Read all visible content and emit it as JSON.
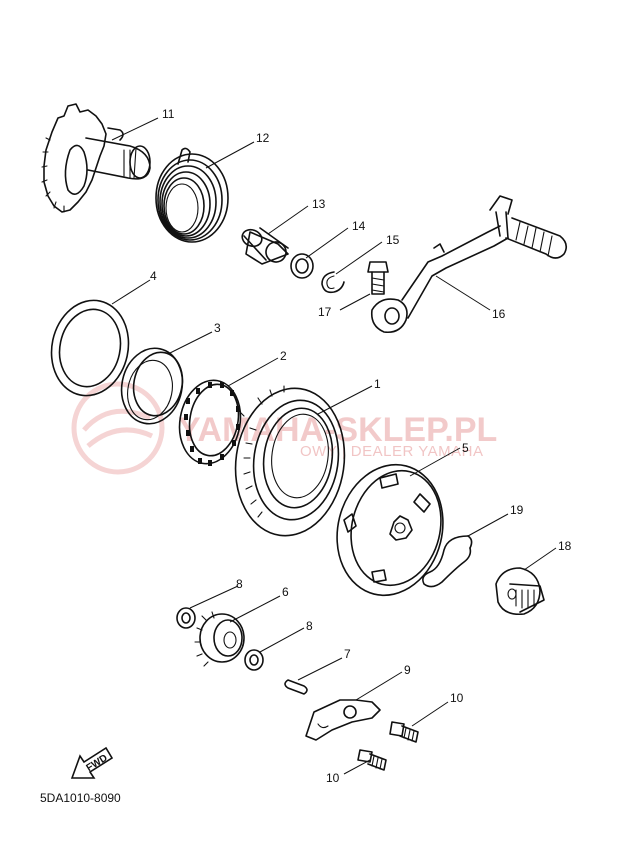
{
  "diagram": {
    "part_code": "5DA1010-8090",
    "watermark": {
      "brand": "YAMAHA-SKLEP.PL",
      "tagline": "OWY  |  DEALER YAMAHA"
    },
    "direction_label": "FWD",
    "callouts": [
      {
        "id": "c11",
        "label": "11"
      },
      {
        "id": "c12",
        "label": "12"
      },
      {
        "id": "c13",
        "label": "13"
      },
      {
        "id": "c14",
        "label": "14"
      },
      {
        "id": "c15",
        "label": "15"
      },
      {
        "id": "c17",
        "label": "17"
      },
      {
        "id": "c16",
        "label": "16"
      },
      {
        "id": "c4",
        "label": "4"
      },
      {
        "id": "c3",
        "label": "3"
      },
      {
        "id": "c2",
        "label": "2"
      },
      {
        "id": "c1",
        "label": "1"
      },
      {
        "id": "c5",
        "label": "5"
      },
      {
        "id": "c19",
        "label": "19"
      },
      {
        "id": "c18",
        "label": "18"
      },
      {
        "id": "c8a",
        "label": "8"
      },
      {
        "id": "c6",
        "label": "6"
      },
      {
        "id": "c8b",
        "label": "8"
      },
      {
        "id": "c7",
        "label": "7"
      },
      {
        "id": "c9",
        "label": "9"
      },
      {
        "id": "c10a",
        "label": "10"
      },
      {
        "id": "c10b",
        "label": "10"
      }
    ]
  }
}
